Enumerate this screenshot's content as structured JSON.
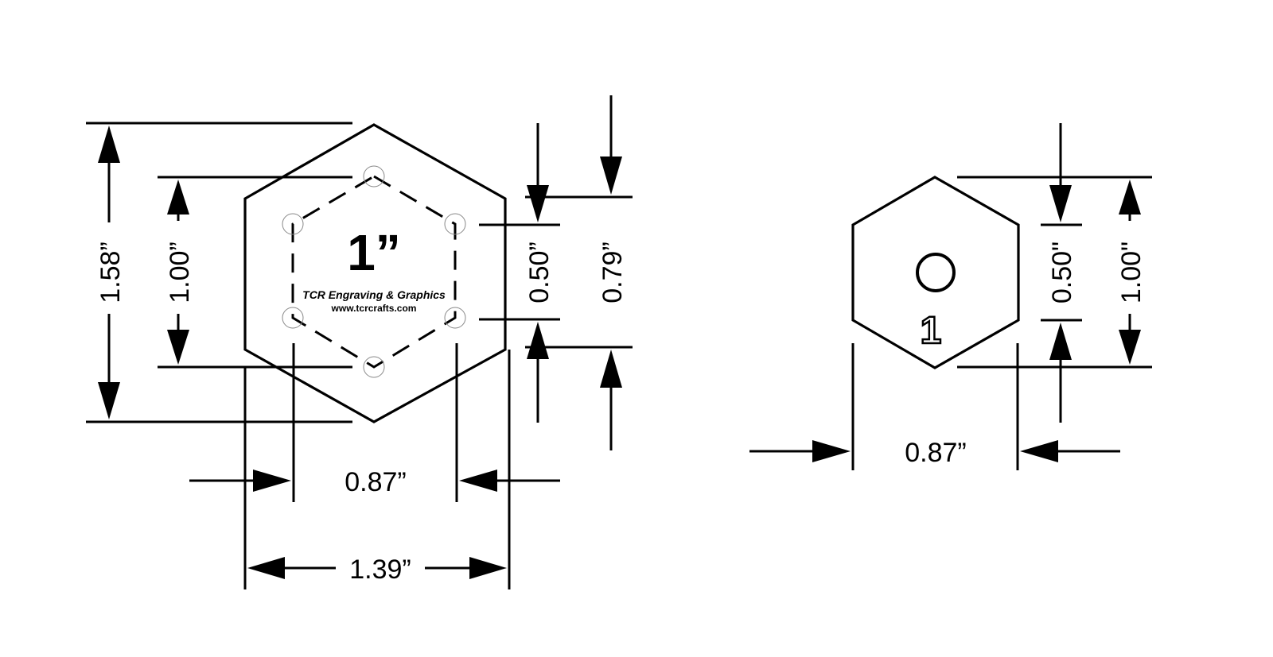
{
  "template_large": {
    "center_label": "1”",
    "brand_name": "TCR Engraving & Graphics",
    "website": "www.tcrcrafts.com"
  },
  "dimensions_large": {
    "outer_height": "1.58”",
    "inner_height": "1.00”",
    "inner_side": "0.50”",
    "outer_side": "0.79”",
    "inner_width": "0.87”",
    "outer_width": "1.39”"
  },
  "paper_piece": {
    "label": "1"
  },
  "dimensions_small": {
    "side": "0.50\"",
    "height": "1.00\"",
    "width": "0.87”"
  }
}
